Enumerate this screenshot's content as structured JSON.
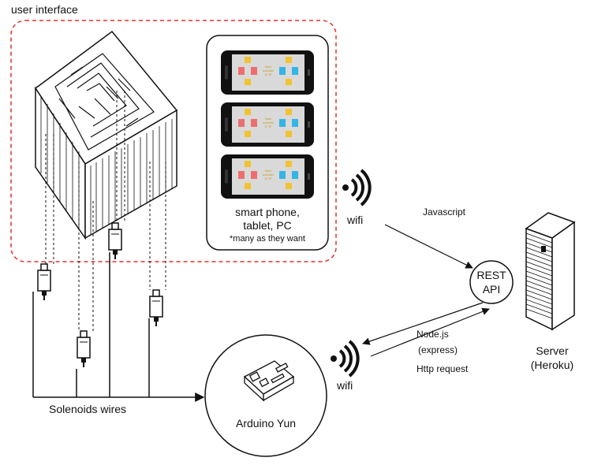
{
  "labels": {
    "user_interface": "user interface",
    "devices_line1": "smart phone,",
    "devices_line2": "tablet, PC",
    "devices_note": "*many as  they want",
    "wifi_top": "wifi",
    "wifi_bottom": "wifi",
    "javascript": "Javascript",
    "rest_line1": "REST",
    "rest_line2": "API",
    "nodejs": "Node.js",
    "express": "(express)",
    "http_request": "Http request",
    "server_line1": "Server",
    "server_line2": "(Heroku)",
    "solenoids_wires": "Solenoids wires",
    "arduino": "Arduino Yun"
  },
  "colors": {
    "dashed_border": "#e0312b",
    "pad_yellow": "#f2c230",
    "pad_red": "#ec6f6f",
    "pad_blue": "#36b4e6",
    "screen_gray": "#d9d9d9"
  }
}
